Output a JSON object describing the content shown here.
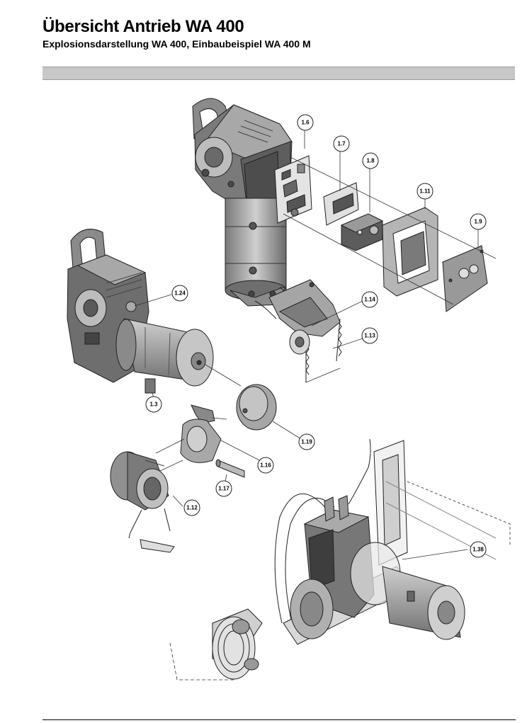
{
  "header": {
    "title": "Übersicht Antrieb WA 400",
    "subtitle": "Explosionsdarstellung WA 400, Einbaubeispiel WA 400 M"
  },
  "callouts": {
    "c1_6": "1.6",
    "c1_7": "1.7",
    "c1_8": "1.8",
    "c1_11": "1.11",
    "c1_9": "1.9",
    "c1_24": "1.24",
    "c1_14": "1.14",
    "c1_13": "1.13",
    "c1_3": "1.3",
    "c1_19": "1.19",
    "c1_16": "1.16",
    "c1_17": "1.17",
    "c1_12": "1.12",
    "c1_38": "1.38"
  },
  "colors": {
    "line": "#222222",
    "body_dark": "#6e6e6e",
    "body_mid": "#9a9a9a",
    "body_light": "#cfcfcf",
    "band": "#c8c8c8"
  }
}
